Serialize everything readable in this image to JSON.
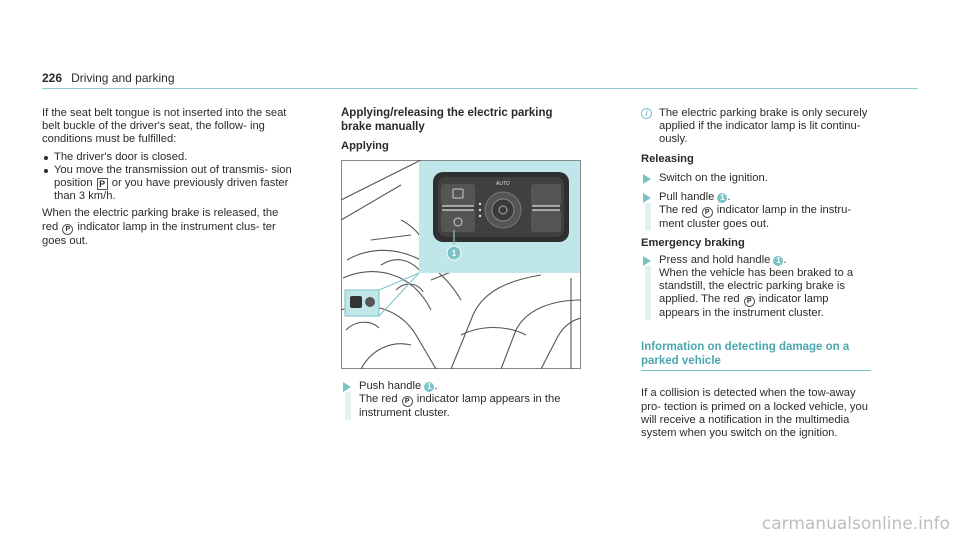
{
  "header": {
    "page_number": "226",
    "section_title": "Driving and parking"
  },
  "col1": {
    "intro": "If the seat belt tongue is not inserted into the seat belt buckle of the driver's seat, the follow- ing conditions must be fulfilled:",
    "bullet1": "The driver's door is closed.",
    "bullet2_a": "You move the transmission out of transmis- sion position",
    "bullet2_b": "or you have previously driven faster than 3 km/h.",
    "release_a": "When the electric parking brake is released, the red",
    "release_b": "indicator lamp in the instrument clus- ter goes out.",
    "p_symbol": "P",
    "park_symbol": "P"
  },
  "col2": {
    "heading": "Applying/releasing the electric parking brake manually",
    "subheading": "Applying",
    "figure": {
      "auto_label": "AUTO",
      "callout": "1"
    },
    "step1_a": "Push handle",
    "step1_num": "1",
    "step1_b": "The red",
    "step1_c": "indicator lamp appears in the instrument cluster."
  },
  "col3": {
    "note": "The electric parking brake is only securely applied if the indicator lamp is lit continu- ously.",
    "releasing": "Releasing",
    "step_r1": "Switch on the ignition.",
    "step_r2_a": "Pull handle",
    "step_r2_num": "1",
    "step_r2_b": "The red",
    "step_r2_c": "indicator lamp in the instru- ment cluster goes out.",
    "emergency": "Emergency braking",
    "step_e1_a": "Press and hold handle",
    "step_e1_num": "1",
    "step_e1_b": "When the vehicle has been braked to a standstill, the electric parking brake is applied. The red",
    "step_e1_c": "indicator lamp appears in the instrument cluster.",
    "info_heading": "Information on detecting damage on a parked vehicle",
    "info_text": "If a collision is detected when the tow-away pro- tection is primed on a locked vehicle, you will receive a notification in the multimedia system when you switch on the ignition."
  },
  "watermark": "carmanualsonline.info",
  "colors": {
    "accent": "#7bc3c9",
    "accent_text": "#4aa7b0",
    "callout_bg": "#bfe6e9"
  }
}
